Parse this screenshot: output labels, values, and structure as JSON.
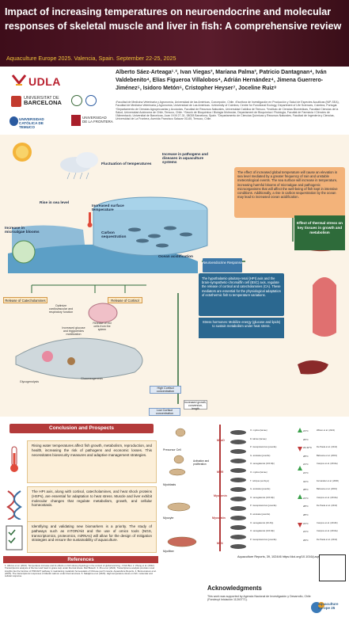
{
  "header": {
    "title": "Impact of increasing temperatures on neuroendocrine and molecular responses of skeletal muscle and liver in fish: A comprehensive review",
    "conference": "Aquaculture Europe 2025. Valencia, Spain. September 22-25, 2025"
  },
  "logos": {
    "udla": "UDLA",
    "ub_line1": "UNIVERSITAT DE",
    "ub_line2": "BARCELONA",
    "uct_line1": "UNIVERSIDAD",
    "uct_line2": "CATÓLICA DE",
    "uct_line3": "TEMUCO",
    "ufro_line1": "UNIVERSIDAD",
    "ufro_line2": "DE LA FRONTERA"
  },
  "authors": "Alberto Sáez-Arteaga¹˒², Ivan Viegas³, Mariana Palma³, Patricio Dantagnan⁴, Iván Valdebenito⁴, Elías Figueroa Villalobos⁴, Adrián Hernández⁴, Jimena Guerrero-Jiménez⁵, Isidoro Metón⁶, Cristopher Heyser⁷, Joceline Ruiz⁸",
  "affiliations": "¹Facultad de Medicina Veterinaria y Agronomía, Universidad de las Américas, Concepción, Chile. ²Escritura de Investigación en Producción y Salud de Especies Acuáticas (NIP-SEA), Facultad de Medicina Veterinaria y Agronomía, Universidad de Las Américas. ³University of Coimbra, Centre for Functional Ecology, Department of Life Sciences, Coimbra, Portugal. ⁴Departamento de Ciencias Agropecuarias y Acuícolas, Facultad de Recursos Naturales, Universidad Católica de Temuco. ⁵Instituto de Ciencias Biomédicas, Facultad Ciencias de la Salud, Universidad Autónoma de Chile, Temuco, Chile. ⁶Secció de Bioquímica i Biologia Molecular, Departament de Bioquímica i Fisiologia, Facultat de Farmàcia i Ciències de l'Alimentació, Universitat de Barcelona, Joan XXIII 27-31, 08028 Barcelona, Spain. ⁷Departamento de Ciencias Químicas y Recursos Naturales, Facultad de Ingeniería y Ciencias, Universidad de La Frontera, Avenida Francisco Salazar 01145, Temuco, Chile.",
  "diagram": {
    "fluctuation": "Fluctuation of temperatures",
    "pathogens": "Increase in pathogens and diseases in aquaculture systems",
    "sea_level": "Rise in sea level",
    "surface_temp": "Increased surface temperature",
    "microalgae": "Increase in microalgae blooms",
    "carbon": "Carbon sequestration",
    "acidification": "Ocean acidification",
    "neuro": "Neuroendocrine Response",
    "catecholamines": "Release of Catecholamines",
    "cortisol": "Release of Cortisol",
    "optimize": "Optimize cardiovascular and respiratory function",
    "glucose": "Increased glucose and triglycerides mobilization",
    "red_cells": "Release of red cells from the spleen",
    "high_cortisol": "High Cortisol concentration",
    "low_cortisol": "Low Cortisol concentration",
    "growth": "Increased growth, conversion, length",
    "glycogenolysis": "Glycogenolysis",
    "gluconeogenesis": "Gluconeogenesis"
  },
  "boxes": {
    "effect": "The effect of increased global temperature will cause an elevation in sea level mediated by a greater frequency of rain and unstable meteorological events. The sea surface will increase in temperature, increasing harmful blooms of microalgae and pathogenic microorganisms that will affect the well-being of fish kept in intensive conditions. Additionally, a rise in carbon sequestration by the ocean may lead to increased ocean acidification.",
    "thermal": "Effect of thermal stress on key tissues in growth and metabolism",
    "hpi": "The hypothalamic-pituitary-renal (HPI) axis and the brain-sympathetic-chromaffin cell (BSC) axis, regulate the release of cortisol and catecholamines (CA). These mediators are essential for the physiological adaptation of ectothermic fish to temperature variations.",
    "stress": "Stress hormones: Mobilize energy (glucose and lipids) to sustain metabolism under heat stress."
  },
  "conclusions": {
    "title": "Conclusion and Prospects",
    "items": [
      "Rising water temperatures affect fish growth, metabolism, reproduction, and health, increasing the risk of pathogens and economic losses. This necessitates biosecurity measures and adaptive management strategies.",
      "The HPI axis, along with cortisol, catecholamines, and heat shock proteins (HSPs), are essential for adaptation to heat stress. Muscle and liver exhibit molecular changes that regulate metabolism, growth, and cellular homeostasis.",
      "Identifying and validating new biomarkers is a priority. The study of pathways such as mTOR/Akt and the use of omics tools (NGS, transcriptomics, proteomics, miRNAs) will allow for the design of mitigation strategies and ensure the sustainability of aquaculture."
    ]
  },
  "references": {
    "title": "References",
    "text": "1. Alfonso et al. (2021). Temperature increase and its effects on fish stress physiology in the context of global warming. J Fish Biol. 2. Zhang et al. (2022). Transcriptomic analysis of the liver and heart in grass carp under thermal stress. Mar Biotech. 3. Zhu et al. (2024). Transcriptome analysis provides novel insights into the function of PI3K/AKT pathway in maintaining metabolic homeostasis of Chinese perch muscle. Aquaculture Reports. 4. Bonnemaison et al. (2023). The transcriptomic responses of Atlantic salmon under thermal stress. 5. Nakajima et al. (2023). High temperature stress on fish: molecular and cellular response."
  },
  "muscle_chart": {
    "stages": [
      "Precursor Cell",
      "Activation and proliferation",
      "Myoblasts",
      "Myocyte",
      "Myofiber"
    ],
    "genes": [
      "MyoD",
      "Myf5",
      "Myogenin",
      "Myostatin",
      "Mrf4"
    ],
    "rows": [
      {
        "sp": "O. mykiss (larvae)",
        "t": "21°C",
        "r": "Wilson et al. (2021)"
      },
      {
        "sp": "D. labrax (larvae)",
        "t": "26°C",
        "r": ""
      },
      {
        "sp": "P. mesopotamicus (juvenile)",
        "t": "24-32°C",
        "r": "De Paula et al. (2014)"
      },
      {
        "sp": "G. aculeata (juvenile)",
        "t": "28°C",
        "r": "Babuana et al. (2019)"
      },
      {
        "sp": "O. senegalensis (100 dfp)",
        "t": "21°C",
        "r": "Campos et al. (2013a)"
      },
      {
        "sp": "O. mykiss (larvae)",
        "t": "21°C",
        "r": ""
      },
      {
        "sp": "T. rubripes (embryo)",
        "t": "31°C",
        "r": "Fernández et al. (2006)"
      },
      {
        "sp": "G. aculeata (juvenile)",
        "t": "28°C",
        "r": "Babuana et al. (2019)"
      },
      {
        "sp": "O. senegalensis (100 dfp)",
        "t": "21°C",
        "r": "Campos et al. (2013a)"
      },
      {
        "sp": "P. mesopotamicus (juvenile)",
        "t": "28°C",
        "r": "De Paula et al. (2014)"
      },
      {
        "sp": "D. aculeata (juvenile)",
        "t": "28°C",
        "r": ""
      },
      {
        "sp": "O. senegalensis (40 dfp)",
        "t": "21°C",
        "r": "Campos et al. (2013b)"
      },
      {
        "sp": "O. senegalensis (100 dfp)",
        "t": "21°C",
        "r": "Campos et al. (2013a)"
      },
      {
        "sp": "P. mesopotamicus (juvenile)",
        "t": "29°C",
        "r": "De Paula et al. (2014)"
      }
    ]
  },
  "aquaculture_reports": "Aquaculture Reports, 39, 102446 https://doi.org/10.1016/j.aqrep.2024.102446",
  "acknowledgments": {
    "title": "Acknowledgments",
    "text": "This work was supported by Agencia Nacional de Investigación y Desarrollo, Chile (Fondecyt Iniciación 11240771)."
  },
  "event_logo": "aquaculture europe 25",
  "colors": {
    "header": "#4a1220",
    "accent": "#f0c33b",
    "red": "#b33a3a",
    "blue": "#2b6890",
    "green": "#2e6b3a",
    "orange": "#f3b37a"
  }
}
